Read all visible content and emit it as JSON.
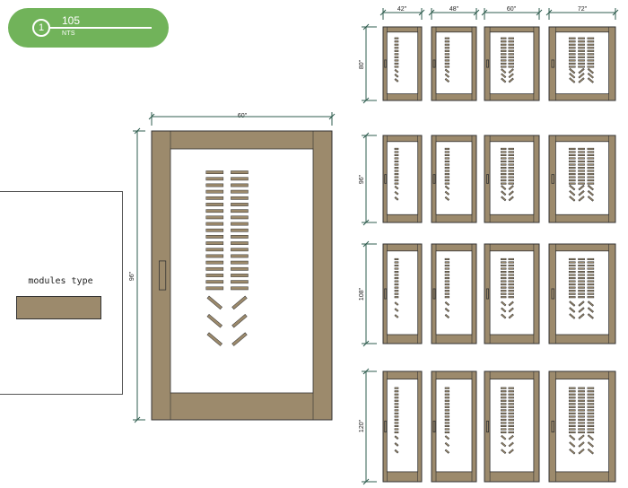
{
  "badge": {
    "number": "1",
    "code": "105",
    "scale": "NTS",
    "color": "#71b35a"
  },
  "legend": {
    "title": "modules type",
    "swatch_color": "#9c8a6c"
  },
  "main_elevation": {
    "width_label": "60\"",
    "height_label": "96\"",
    "frame_color": "#9c8a6c"
  },
  "grid": {
    "column_labels": [
      "42\"",
      "48\"",
      "60\"",
      "72\""
    ],
    "row_labels": [
      "80\"",
      "96\"",
      "108\"",
      "120\""
    ]
  },
  "colors": {
    "frame": "#9c8a6c",
    "dim_line": "#2f5d4f",
    "outline": "#333333"
  }
}
